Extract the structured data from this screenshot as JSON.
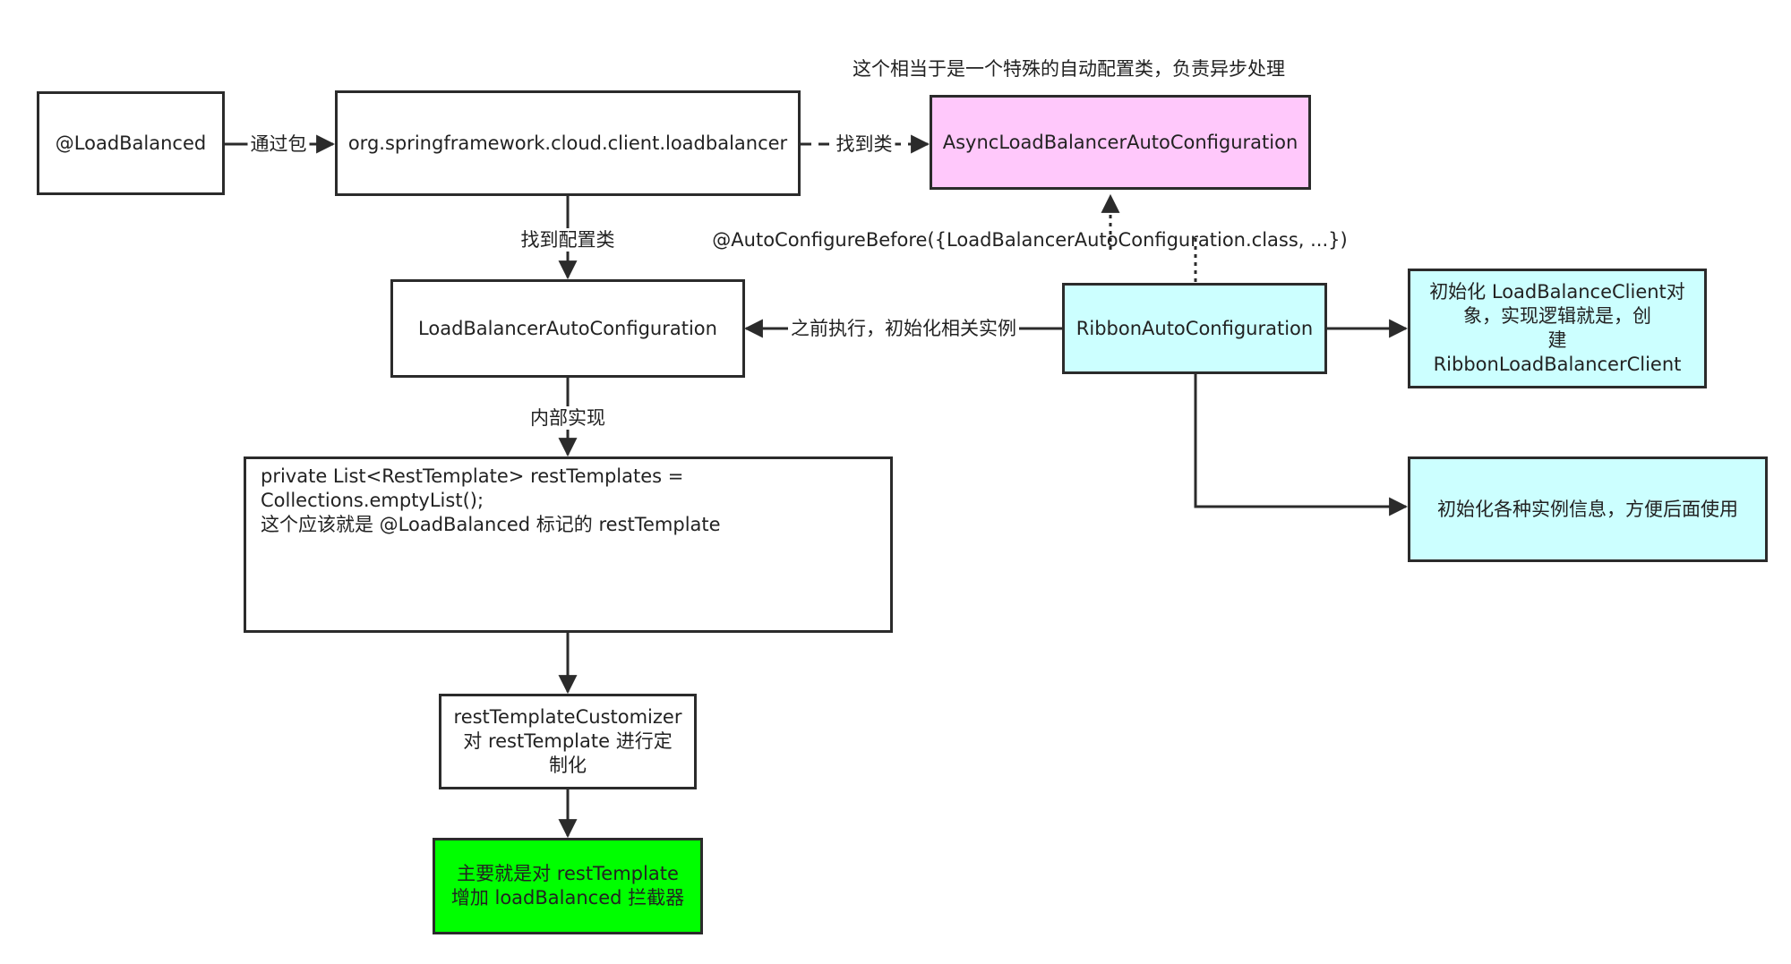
{
  "colors": {
    "stroke": "#2b2b2b",
    "async_fill": "#ffc8fb",
    "ribbon_fill": "#ccffff",
    "result_fill": "#00ff00"
  },
  "nodes": {
    "load_balanced": "@LoadBalanced",
    "package": "org.springframework.cloud.client.loadbalancer",
    "async_config": "AsyncLoadBalancerAutoConfiguration",
    "lb_config": "LoadBalancerAutoConfiguration",
    "ribbon_config": "RibbonAutoConfiguration",
    "init_client": [
      "初始化 LoadBalanceClient对",
      "象，实现逻辑就是，创",
      "建 RibbonLoadBalancerClient"
    ],
    "init_instances": "初始化各种实例信息，方便后面使用",
    "rest_templates": [
      "private List<RestTemplate> restTemplates =",
      "Collections.emptyList();",
      "这个应该就是 @LoadBalanced 标记的 restTemplate"
    ],
    "customizer": [
      "restTemplateCustomizer",
      "对 restTemplate 进行定",
      "制化"
    ],
    "result": [
      "主要就是对 restTemplate",
      "增加 loadBalanced 拦截器"
    ]
  },
  "edges": {
    "via_package": "通过包",
    "find_class": "找到类",
    "find_config_class": "找到配置类",
    "execute_before": "之前执行，初始化相关实例",
    "internal_impl": "内部实现",
    "auto_configure_before": "@AutoConfigureBefore({LoadBalancerAutoConfiguration.class, ...})"
  },
  "annotations": {
    "async_note": "这个相当于是一个特殊的自动配置类，负责异步处理"
  }
}
